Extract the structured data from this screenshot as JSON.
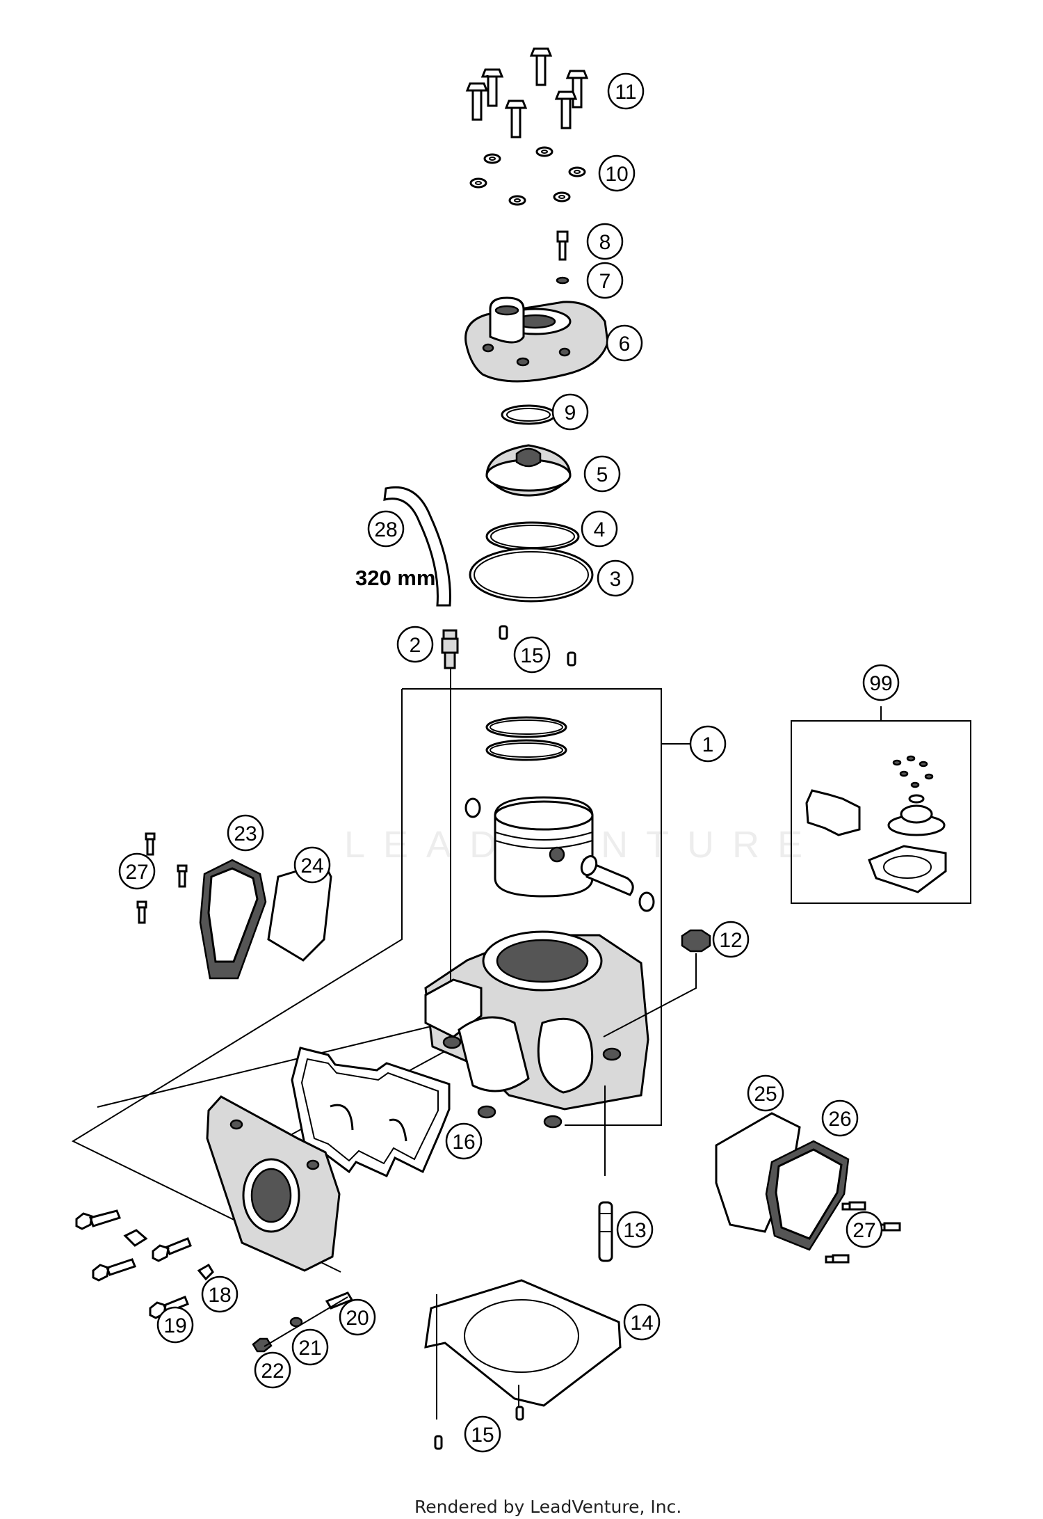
{
  "watermark": "LEADVENTURE",
  "footer": "Rendered by LeadVenture, Inc.",
  "dimension_label": "320 mm",
  "callouts": {
    "c1": "1",
    "c2": "2",
    "c3": "3",
    "c4": "4",
    "c5": "5",
    "c6": "6",
    "c7": "7",
    "c8": "8",
    "c9": "9",
    "c10": "10",
    "c11": "11",
    "c12": "12",
    "c13": "13",
    "c14": "14",
    "c15a": "15",
    "c15b": "15",
    "c16": "16",
    "c18": "18",
    "c19": "19",
    "c20": "20",
    "c21": "21",
    "c22": "22",
    "c23": "23",
    "c24": "24",
    "c25": "25",
    "c26": "26",
    "c27a": "27",
    "c27b": "27",
    "c28": "28",
    "c99": "99"
  }
}
